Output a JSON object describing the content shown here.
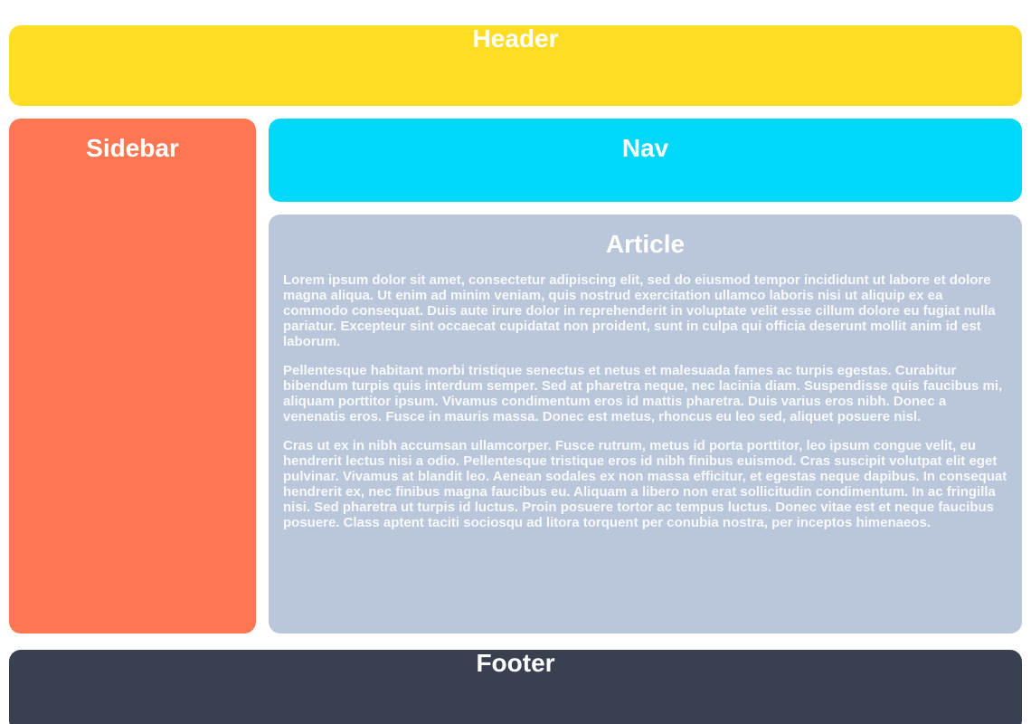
{
  "page": {
    "header": {
      "title": "Header"
    },
    "sidebar": {
      "title": "Sidebar"
    },
    "nav": {
      "title": "Nav"
    },
    "article": {
      "title": "Article",
      "paragraphs": [
        "Lorem ipsum dolor sit amet, consectetur adipiscing elit, sed do eiusmod tempor incididunt ut labore et dolore magna aliqua. Ut enim ad minim veniam, quis nostrud exercitation ullamco laboris nisi ut aliquip ex ea commodo consequat. Duis aute irure dolor in reprehenderit in voluptate velit esse cillum dolore eu fugiat nulla pariatur. Excepteur sint occaecat cupidatat non proident, sunt in culpa qui officia deserunt mollit anim id est laborum.",
        "Pellentesque habitant morbi tristique senectus et netus et malesuada fames ac turpis egestas. Curabitur bibendum turpis quis interdum semper. Sed at pharetra neque, nec lacinia diam. Suspendisse quis faucibus mi, aliquam porttitor ipsum. Vivamus condimentum eros id mattis pharetra. Duis varius eros nibh. Donec a venenatis eros. Fusce in mauris massa. Donec est metus, rhoncus eu leo sed, aliquet posuere nisl.",
        "Cras ut ex in nibh accumsan ullamcorper. Fusce rutrum, metus id porta porttitor, leo ipsum congue velit, eu hendrerit lectus nisi a odio. Pellentesque tristique eros id nibh finibus euismod. Cras suscipit volutpat elit eget pulvinar. Vivamus at blandit leo. Aenean sodales ex non massa efficitur, et egestas neque dapibus. In consequat hendrerit ex, nec finibus magna faucibus eu. Aliquam a libero non erat sollicitudin condimentum. In ac fringilla nisi. Sed pharetra ut turpis id luctus. Proin posuere tortor ac tempus luctus. Donec vitae est et neque faucibus posuere. Class aptent taciti sociosqu ad litora torquent per conubia nostra, per inceptos himenaeos."
      ]
    },
    "footer": {
      "title": "Footer"
    }
  },
  "colors": {
    "header_bg": "#ffdd24",
    "sidebar_bg": "#ff7752",
    "nav_bg": "#00d8fa",
    "article_bg": "#bac6d9",
    "footer_bg": "#394050",
    "title_text": "#ffffff",
    "body_text": "#f7f9fc"
  }
}
